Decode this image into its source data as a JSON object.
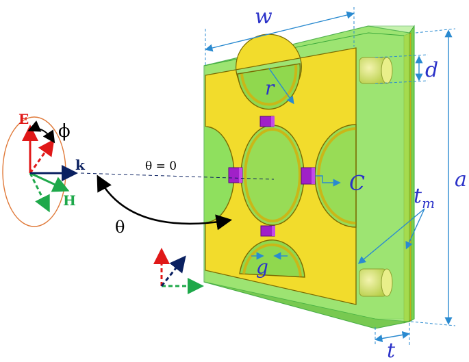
{
  "labels": {
    "w": "w",
    "r": "r",
    "d": "d",
    "a": "a",
    "C": "C",
    "tm_main": "t",
    "tm_sub": "m",
    "g": "g",
    "t": "t",
    "E": "E",
    "H": "H",
    "k": "k",
    "phi": "ϕ",
    "theta": "θ",
    "theta_zero": "θ = 0"
  },
  "colors": {
    "substrate": "#86e25a",
    "metal": "#f2dc2c",
    "capacitor": "#a020c8",
    "dimension": "#2a8ad0",
    "label_blue": "#2b32c8",
    "e_field": "#e01818",
    "h_field": "#1ea84a",
    "k_vector": "#0a2060",
    "ellipse": "#e07a3a"
  },
  "icons": [
    "e-field-arrow",
    "h-field-arrow",
    "k-vector-arrow",
    "coordinate-axes"
  ]
}
